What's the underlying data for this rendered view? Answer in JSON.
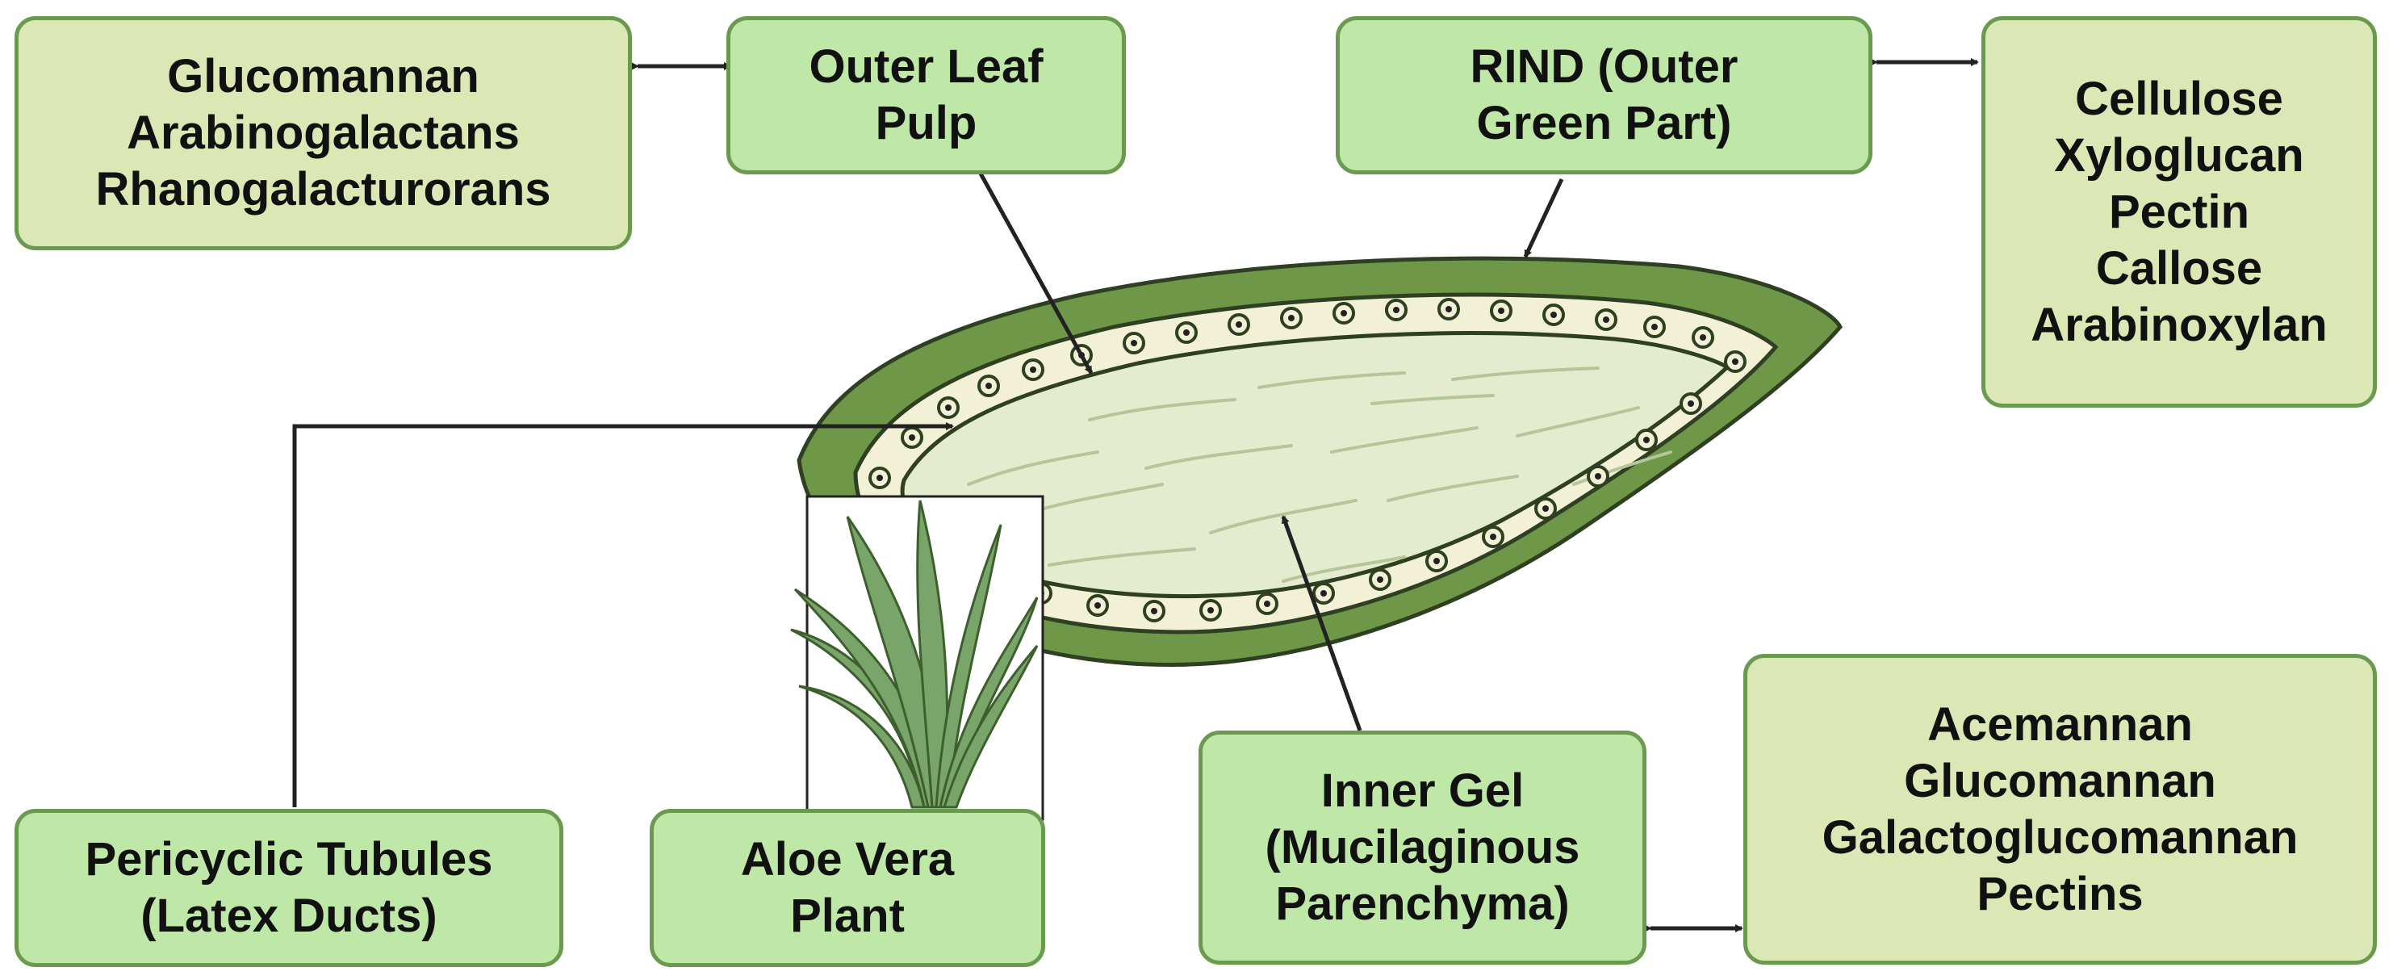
{
  "labels": {
    "top_left_compounds": "Glucomannan\nArabinogalactans\nRhanogalacturorans",
    "outer_leaf_pulp": "Outer Leaf\nPulp",
    "rind": "RIND (Outer\nGreen Part)",
    "right_compounds": "Cellulose\nXyloglucan\nPectin\nCallose\nArabinoxylan",
    "pericyclic": "Pericyclic Tubules\n(Latex Ducts)",
    "aloe_vera_plant": "Aloe Vera\nPlant",
    "inner_gel": "Inner Gel\n(Mucilaginous\nParenchyma)",
    "bottom_right_compounds": "Acemannan\nGlucomannan\nGalactoglucomannan\nPectins"
  },
  "colors": {
    "structure_box": "#bfe8a8",
    "compound_box": "#dbe7b4",
    "box_border": "#6a9a4e",
    "rind_green": "#6e9748",
    "pulp_cream": "#f2f1d6",
    "gel": "#e4ecd0",
    "plant_leaf": "#7aa56a"
  }
}
